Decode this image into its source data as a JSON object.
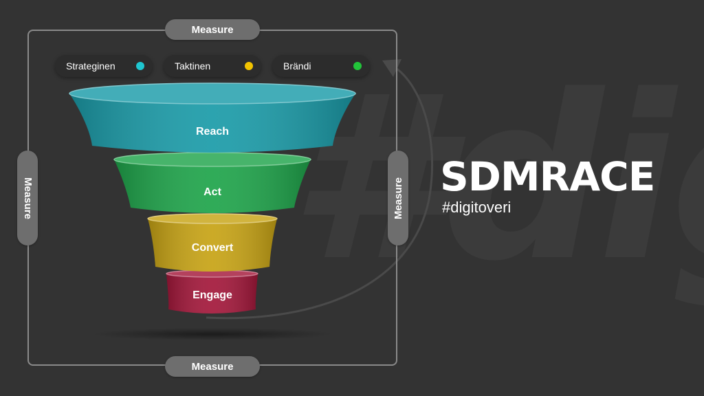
{
  "watermark_text": "#digi",
  "measure_labels": {
    "top": "Measure",
    "bottom": "Measure",
    "left": "Measure",
    "right": "Measure"
  },
  "legend": [
    {
      "label": "Strateginen",
      "color": "#1fc6d0"
    },
    {
      "label": "Taktinen",
      "color": "#f2c300"
    },
    {
      "label": "Brändi",
      "color": "#22c43a"
    }
  ],
  "funnel_stages": [
    {
      "label": "Reach",
      "color": "#1a9ba8"
    },
    {
      "label": "Act",
      "color": "#1ea44a"
    },
    {
      "label": "Convert",
      "color": "#c7a314"
    },
    {
      "label": "Engage",
      "color": "#a3173a"
    }
  ],
  "title": "SDMRACE",
  "hashtag": "#digitoveri"
}
